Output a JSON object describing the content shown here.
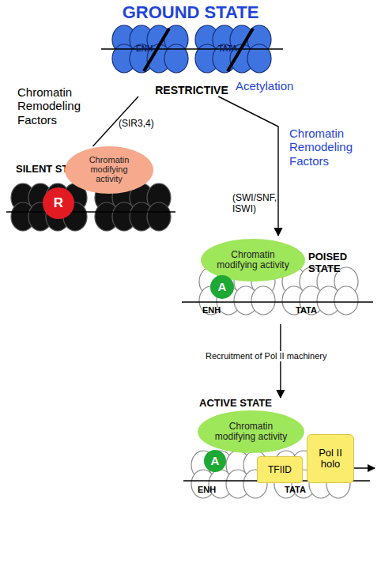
{
  "diagram": {
    "title": "GROUND STATE",
    "nodes": [
      {
        "text": [
          "RESTRICTIVE"
        ]
      },
      {
        "text": [
          "SILENT STATE"
        ]
      },
      {
        "text": [
          "Chromatin modifying activity"
        ],
        "in": 1
      },
      {
        "text": [
          "R"
        ],
        "in": 1
      },
      {
        "text": [
          "POISED STATE"
        ]
      },
      {
        "text": [
          "Chromatin modifying activity"
        ],
        "in": 4
      },
      {
        "text": [
          "A"
        ],
        "in": 4
      },
      {
        "text": [
          "ACTIVE STATE"
        ]
      },
      {
        "text": [
          "Chromatin modifying activity"
        ],
        "in": 7
      },
      {
        "text": [
          "A"
        ],
        "in": 7
      },
      {
        "text": [
          "TFIID"
        ],
        "in": 7
      },
      {
        "text": [
          "Pol II holo"
        ],
        "in": 7
      }
    ],
    "edges": [
      {
        "from": 0,
        "to": 1,
        "arrow": "none"
      },
      {
        "from": 0,
        "to": 4,
        "label": "Acetylation",
        "arrow": "to"
      },
      {
        "from": 4,
        "to": 7,
        "label": "Recruitment of Pol II machinery",
        "arrow": "to"
      }
    ],
    "labels": [
      "ENH",
      "TATA",
      "Chromatin Remodeling Factors",
      "(SIR3,4)",
      "Chromatin Remodeling Factors",
      "(SWI/SNF, ISWI)",
      "ENH",
      "TATA",
      "ENH",
      "TATA"
    ]
  }
}
